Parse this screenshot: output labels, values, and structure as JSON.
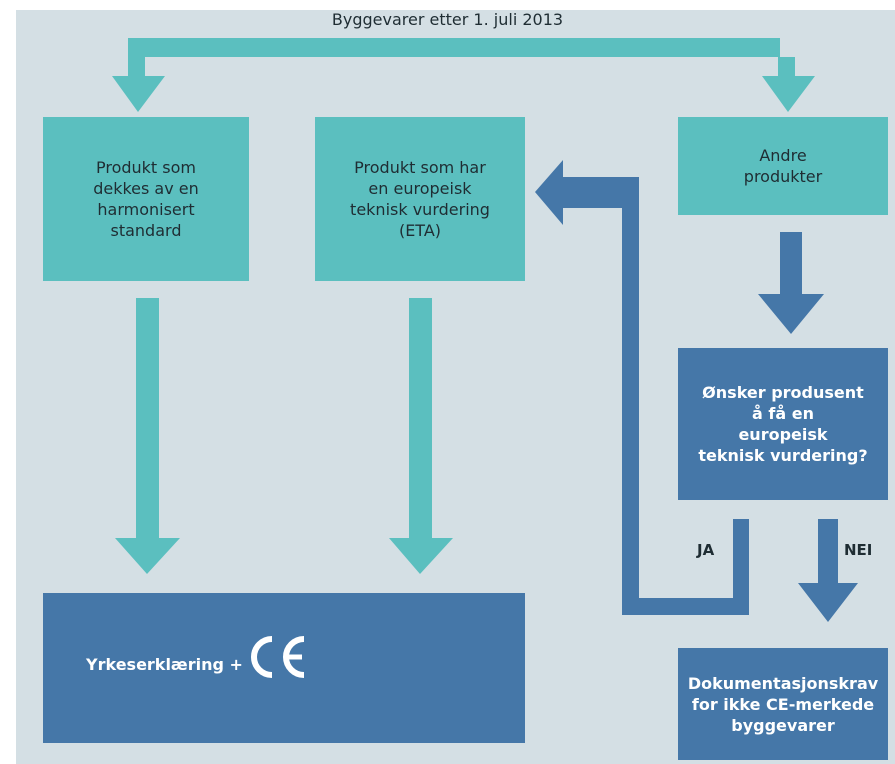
{
  "title": "Byggevarer etter 1. juli 2013",
  "boxes": {
    "harmonised": "Produkt som\ndekkes av en\nharmonisert\nstandard",
    "eta": "Produkt som har\nen europeisk\nteknisk vurdering\n(ETA)",
    "other": "Andre\nprodukter",
    "question": "Ønsker produsent\nå få en\neuropeisk\nteknisk vurdering?",
    "declaration": "Yrkeserklæring +",
    "doc_req": "Dokumentasjonskrav\nfor ikke CE-merkede\nbyggevarer"
  },
  "labels": {
    "yes": "JA",
    "no": "NEI"
  },
  "logo": {
    "ce_mark": "CE"
  },
  "colors": {
    "background": "#d4dfe4",
    "teal": "#5bbfbf",
    "blue": "#4577a8"
  }
}
